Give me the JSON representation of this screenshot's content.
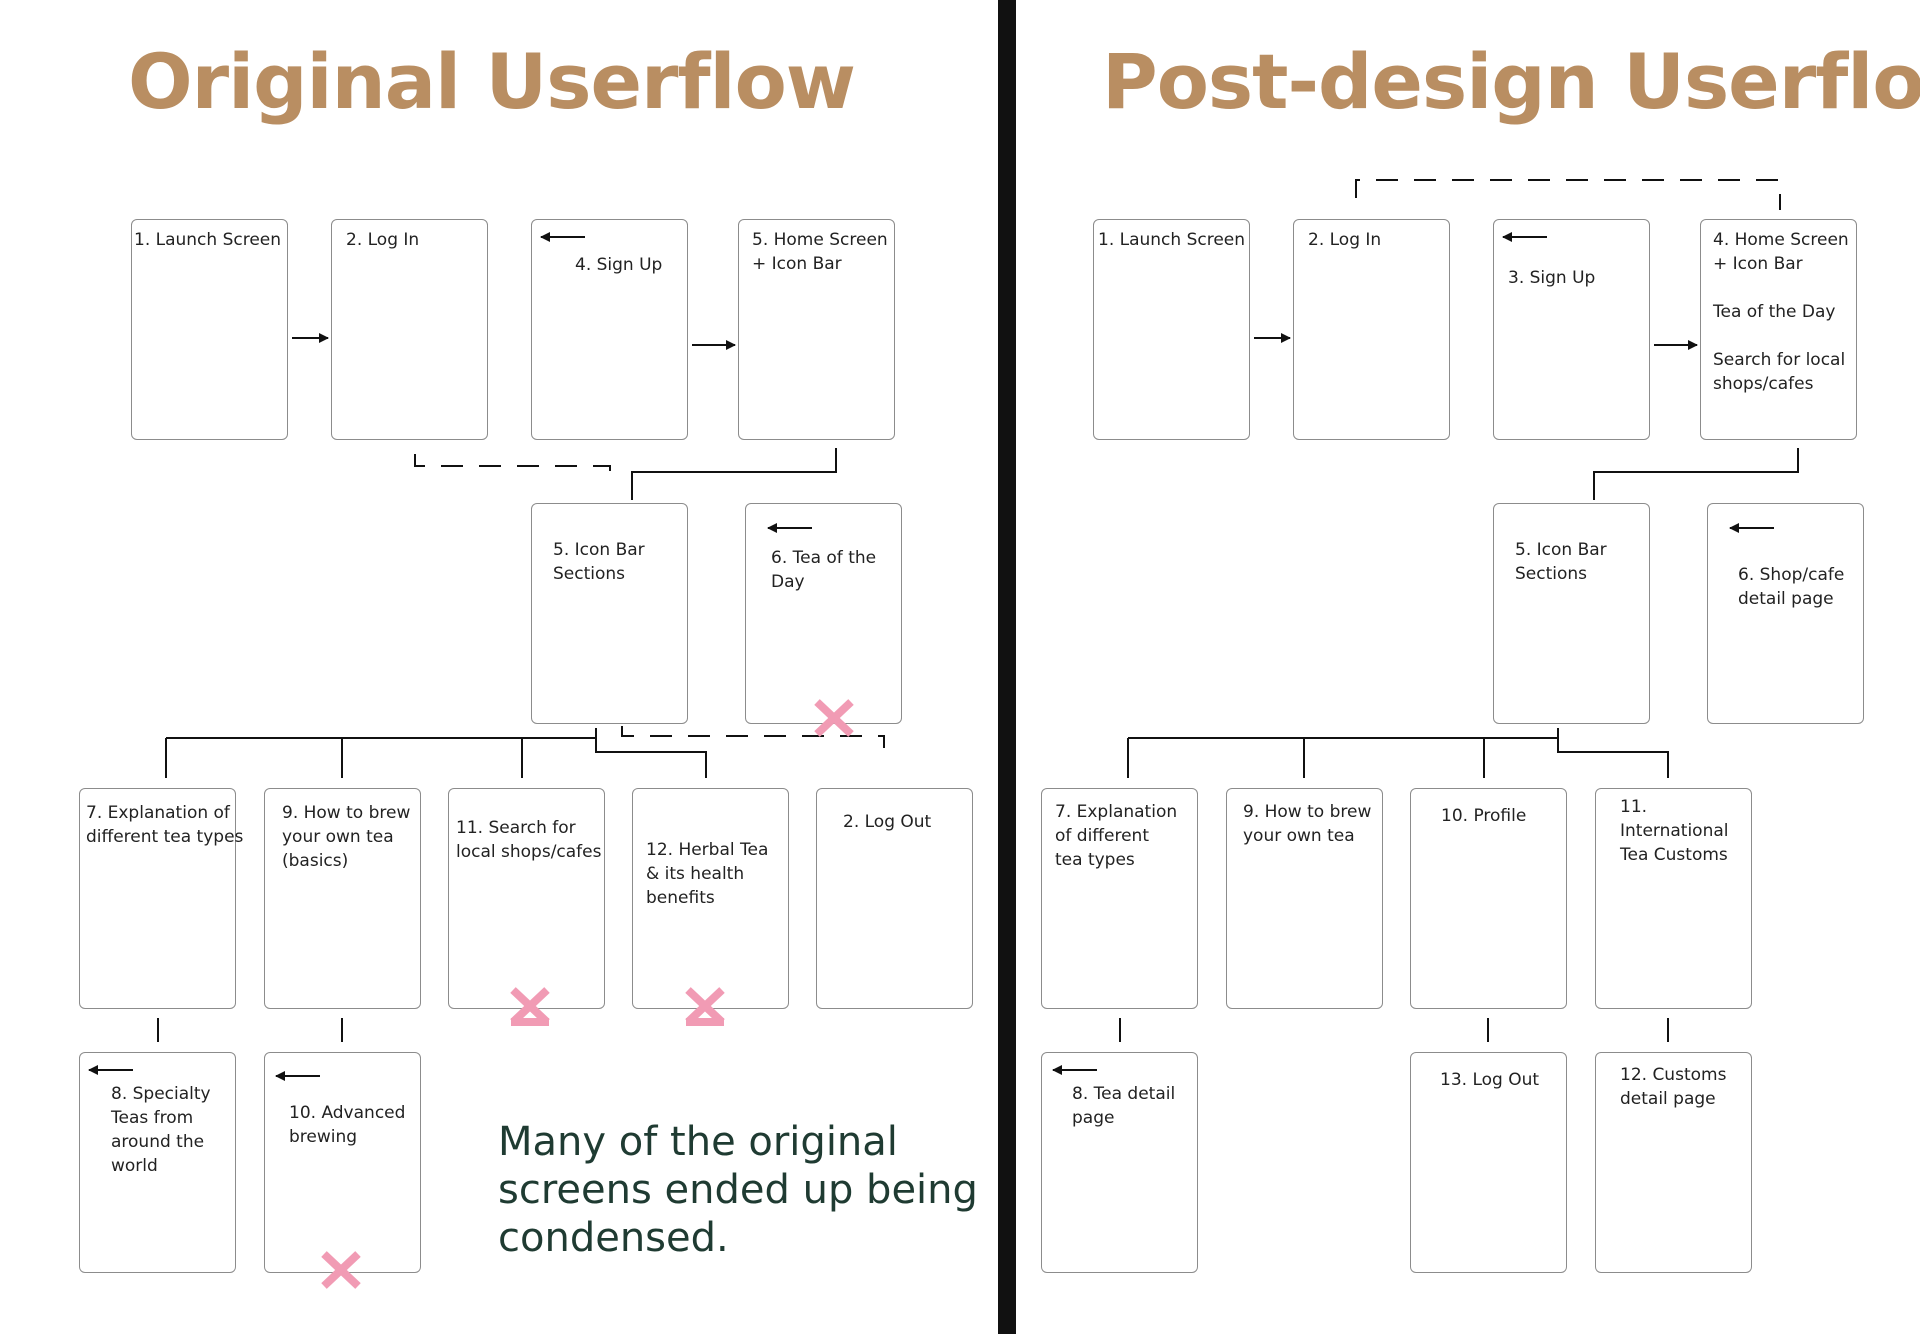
{
  "colors": {
    "title": "#b98e62",
    "divider": "#111111",
    "box_border": "#8c8c8c",
    "cross": "#f19bb4",
    "note": "#1f3b32",
    "line": "#111111"
  },
  "left": {
    "title": "Original Userflow",
    "screens": {
      "launch": "1. Launch Screen",
      "login": "2. Log In",
      "signup": "4. Sign Up",
      "home": "5. Home Screen\n+ Icon Bar",
      "iconbar": "5. Icon Bar\nSections",
      "tea_of_day": "6. Tea of the\nDay",
      "explanation": "7. Explanation of\ndifferent tea types",
      "brew_basics": "9. How to brew\nyour own tea\n(basics)",
      "search_shops": "11. Search for\nlocal shops/cafes",
      "herbal": "12. Herbal Tea\n& its health\nbenefits",
      "logout": "2. Log Out",
      "specialty": "8. Specialty\nTeas from\naround the\nworld",
      "advanced": "10. Advanced\nbrewing"
    },
    "note": "Many of the original\nscreens ended up being\ncondensed."
  },
  "right": {
    "title": "Post-design Userflow",
    "screens": {
      "launch": "1. Launch Screen",
      "login": "2. Log In",
      "signup": "3. Sign Up",
      "home": "4. Home Screen\n+ Icon Bar\n\nTea of the Day\n\nSearch for local\nshops/cafes",
      "iconbar": "5. Icon Bar\nSections",
      "shop_detail": "6. Shop/cafe\ndetail page",
      "explanation": "7. Explanation\nof different\ntea types",
      "brew": "9. How to brew\nyour own tea",
      "profile": "10. Profile",
      "intl_customs": "11.\nInternational\nTea Customs",
      "tea_detail": "8. Tea detail\npage",
      "logout": "13. Log Out",
      "customs_detail": "12. Customs\ndetail page"
    }
  }
}
